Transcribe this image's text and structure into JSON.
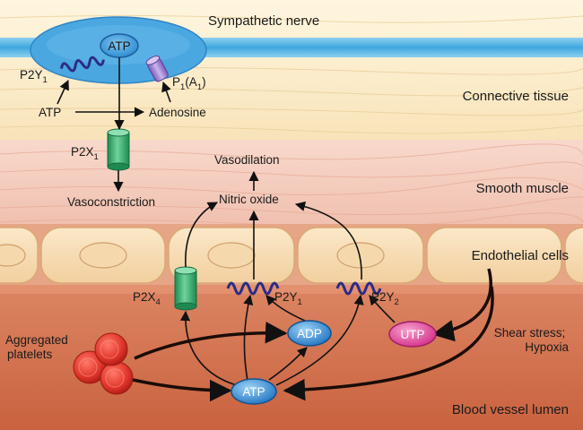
{
  "regions": {
    "nerve": "Sympathetic nerve",
    "connective": "Connective tissue",
    "smooth": "Smooth muscle",
    "endothelial": "Endothelial cells",
    "lumen": "Blood vessel lumen"
  },
  "molecules": {
    "atp_vesicle": "ATP",
    "atp_lumen": "ATP",
    "adp": "ADP",
    "utp": "UTP"
  },
  "labels": {
    "atp": "ATP",
    "adenosine": "Adenosine",
    "vasoconstriction": "Vasoconstriction",
    "vasodilation": "Vasodilation",
    "nitric_oxide": "Nitric oxide",
    "aggregated_platelets": [
      "Aggregated",
      "platelets"
    ],
    "shear_stress": [
      "Shear stress;",
      "Hypoxia"
    ]
  },
  "receptors": {
    "p2y1_nerve": {
      "base": "P2Y",
      "sub": "1"
    },
    "p1": {
      "base": "P",
      "sub": "1",
      "tail": "(A",
      "tail_sub": "1",
      "end": ")"
    },
    "p2x1": {
      "base": "P2X",
      "sub": "1"
    },
    "p2x4": {
      "base": "P2X",
      "sub": "4"
    },
    "p2y1_endo": {
      "base": "P2Y",
      "sub": "1"
    },
    "p2y2": {
      "base": "P2Y",
      "sub": "2"
    }
  },
  "colors": {
    "connective": "#fbeac6",
    "smooth": "#f5cfc2",
    "endo_bg": "#e9a98c",
    "cell": "#f8ddb5",
    "lumen": "#d97a5a",
    "nerve_band": "#5fb6e0",
    "vesicle": "#3f98d6",
    "molecule": "#2c82c9",
    "receptor_wave": "#2b2c86",
    "p2x_channel": "#35a56a",
    "p1_receptor": "#a68ad0",
    "utp": "#e0479a",
    "platelet": "#e0352a"
  }
}
